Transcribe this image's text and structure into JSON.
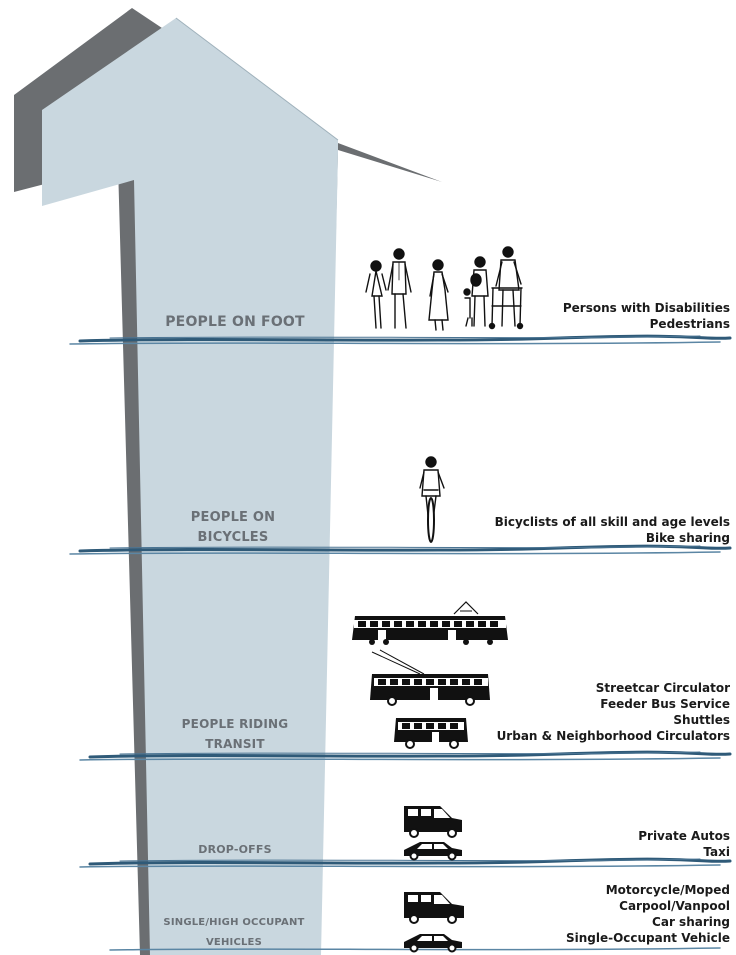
{
  "colors": {
    "arrow_fill": "#c9d7df",
    "arrow_shadow": "#6b6e71",
    "water_line": "#2f5a78",
    "level_label": "#6a7076",
    "text": "#1a1a1a"
  },
  "levels": [
    {
      "label": "PEOPLE ON FOOT",
      "icons": [
        "pedestrian-couple-icon",
        "pedestrian-woman-icon",
        "parent-with-child-icon",
        "person-with-walker-icon"
      ],
      "items": [
        "Persons with Disabilities",
        "Pedestrians"
      ]
    },
    {
      "label": "PEOPLE ON BICYCLES",
      "icons": [
        "cyclist-icon"
      ],
      "items": [
        "Bicyclists of all skill and age levels",
        "Bike sharing"
      ]
    },
    {
      "label": "PEOPLE RIDING TRANSIT",
      "icons": [
        "streetcar-icon",
        "trolleybus-icon",
        "shuttle-bus-icon"
      ],
      "items": [
        "Streetcar Circulator",
        "Feeder Bus Service",
        "Shuttles",
        "Urban & Neighborhood Circulators"
      ]
    },
    {
      "label": "DROP-OFFS",
      "icons": [
        "van-icon",
        "sedan-icon"
      ],
      "items": [
        "Private Autos",
        "Taxi"
      ]
    },
    {
      "label": "SINGLE/HIGH OCCUPANT VEHICLES",
      "icons": [
        "van-icon",
        "sedan-icon"
      ],
      "items": [
        "Motorcycle/Moped",
        "Carpool/Vanpool",
        "Car sharing",
        "Single-Occupant Vehicle"
      ]
    }
  ]
}
